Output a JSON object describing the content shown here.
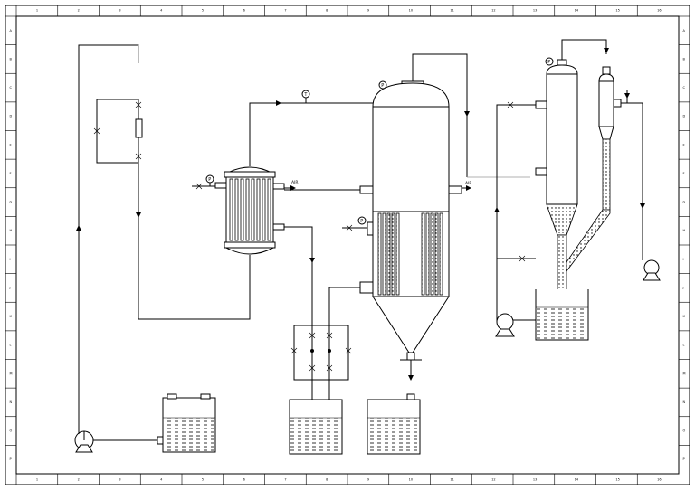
{
  "drawing": {
    "border_columns": [
      "1",
      "2",
      "3",
      "4",
      "5",
      "6",
      "7",
      "8",
      "9",
      "10",
      "11",
      "12",
      "13",
      "14",
      "15",
      "16"
    ],
    "border_rows": [
      "A",
      "B",
      "C",
      "D",
      "E",
      "F",
      "G",
      "H",
      "I",
      "J",
      "K",
      "L",
      "M",
      "N",
      "O",
      "P"
    ]
  },
  "labels": {
    "air_exchanger": "AIR",
    "air_evaporator": "AIR",
    "gauge_p": "P",
    "gauge_t": "T"
  },
  "colors": {
    "line": "#000000",
    "background": "#ffffff",
    "light_line": "#999999"
  }
}
